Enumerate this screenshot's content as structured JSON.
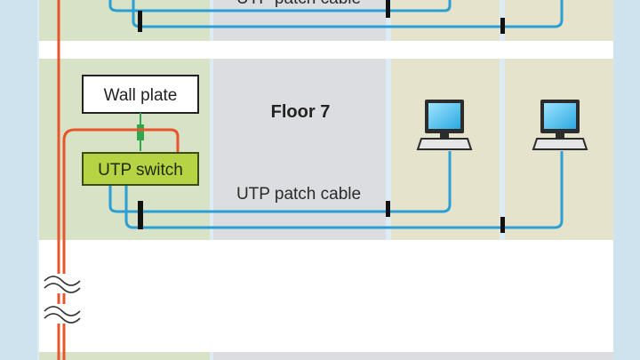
{
  "top_floor": {
    "cable_label": "UTP patch cable"
  },
  "floor": {
    "title": "Floor 7",
    "wall_plate_label": "Wall plate",
    "switch_label": "UTP switch",
    "cable_label": "UTP patch cable"
  },
  "colors": {
    "page_background": "#dcebf4",
    "telecom_room": "#d7e2c6",
    "hallway": "#dcdde0",
    "office": "#e6e3cc",
    "white_band": "#ffffff",
    "riser_cable": "#e8542b",
    "patch_cable": "#2a9fd6",
    "switch_fill": "#b5d342",
    "switch_border": "#3b4b12",
    "plate_green": "#2fa84d",
    "connector": "#111111"
  },
  "icons": [
    "computer-icon",
    "computer-icon",
    "cable-break-icon",
    "cable-break-icon"
  ]
}
